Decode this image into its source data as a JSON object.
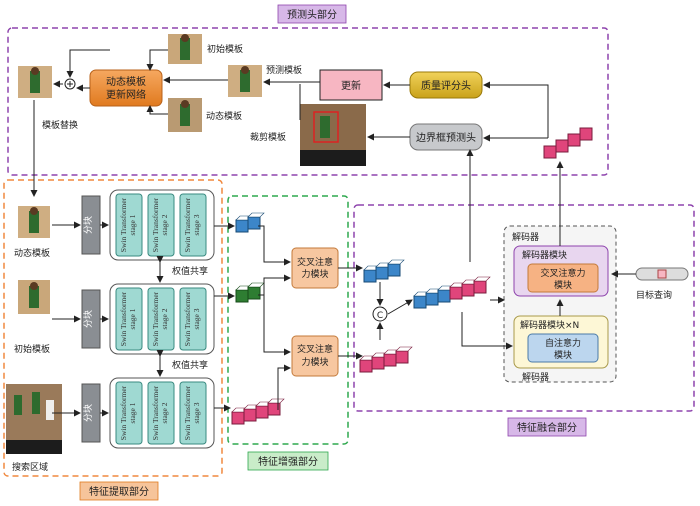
{
  "sections": {
    "prediction_head": "预测头部分",
    "feature_extraction": "特征提取部分",
    "feature_enhancement": "特征增强部分",
    "feature_fusion": "特征融合部分"
  },
  "prediction": {
    "initial_template": "初始模板",
    "predicted_template": "预测模板",
    "dynamic_template": "动态模板",
    "crop_template": "裁剪模板",
    "template_replace": "模板替换",
    "update_network_line1": "动态模板",
    "update_network_line2": "更新网络",
    "update": "更新",
    "quality_head": "质量评分头",
    "bbox_head": "边界框预测头"
  },
  "extraction": {
    "dynamic_template": "动态模板",
    "initial_template": "初始模板",
    "search_region": "搜索区域",
    "partition": "分块",
    "weight_share": "权值共享",
    "stage_title": "Swin Transformer",
    "stages": [
      "stage 1",
      "stage 2",
      "stage 3"
    ]
  },
  "enhancement": {
    "cross_attention_line1": "交叉注意",
    "cross_attention_line2": "力模块",
    "concat": "C"
  },
  "fusion": {
    "decoder": "解码器",
    "decoder_module": "解码器模块",
    "decoder_module_n": "解码器模块×N",
    "cross_attention_line1": "交叉注意力",
    "cross_attention_line2": "模块",
    "self_attention_line1": "自注意力",
    "self_attention_line2": "模块",
    "encoder": "解码器",
    "target_query": "目标查询"
  },
  "colors": {
    "purple": "#8e44ad",
    "orange": "#f0883e",
    "green": "#2fa84f",
    "pink": "#e0457b",
    "blue": "#3c86c9",
    "darkgreen": "#2e7d32",
    "teal": "#9fd9d2",
    "gold": "#e3b82f",
    "update_pink": "#f7b6c2"
  }
}
